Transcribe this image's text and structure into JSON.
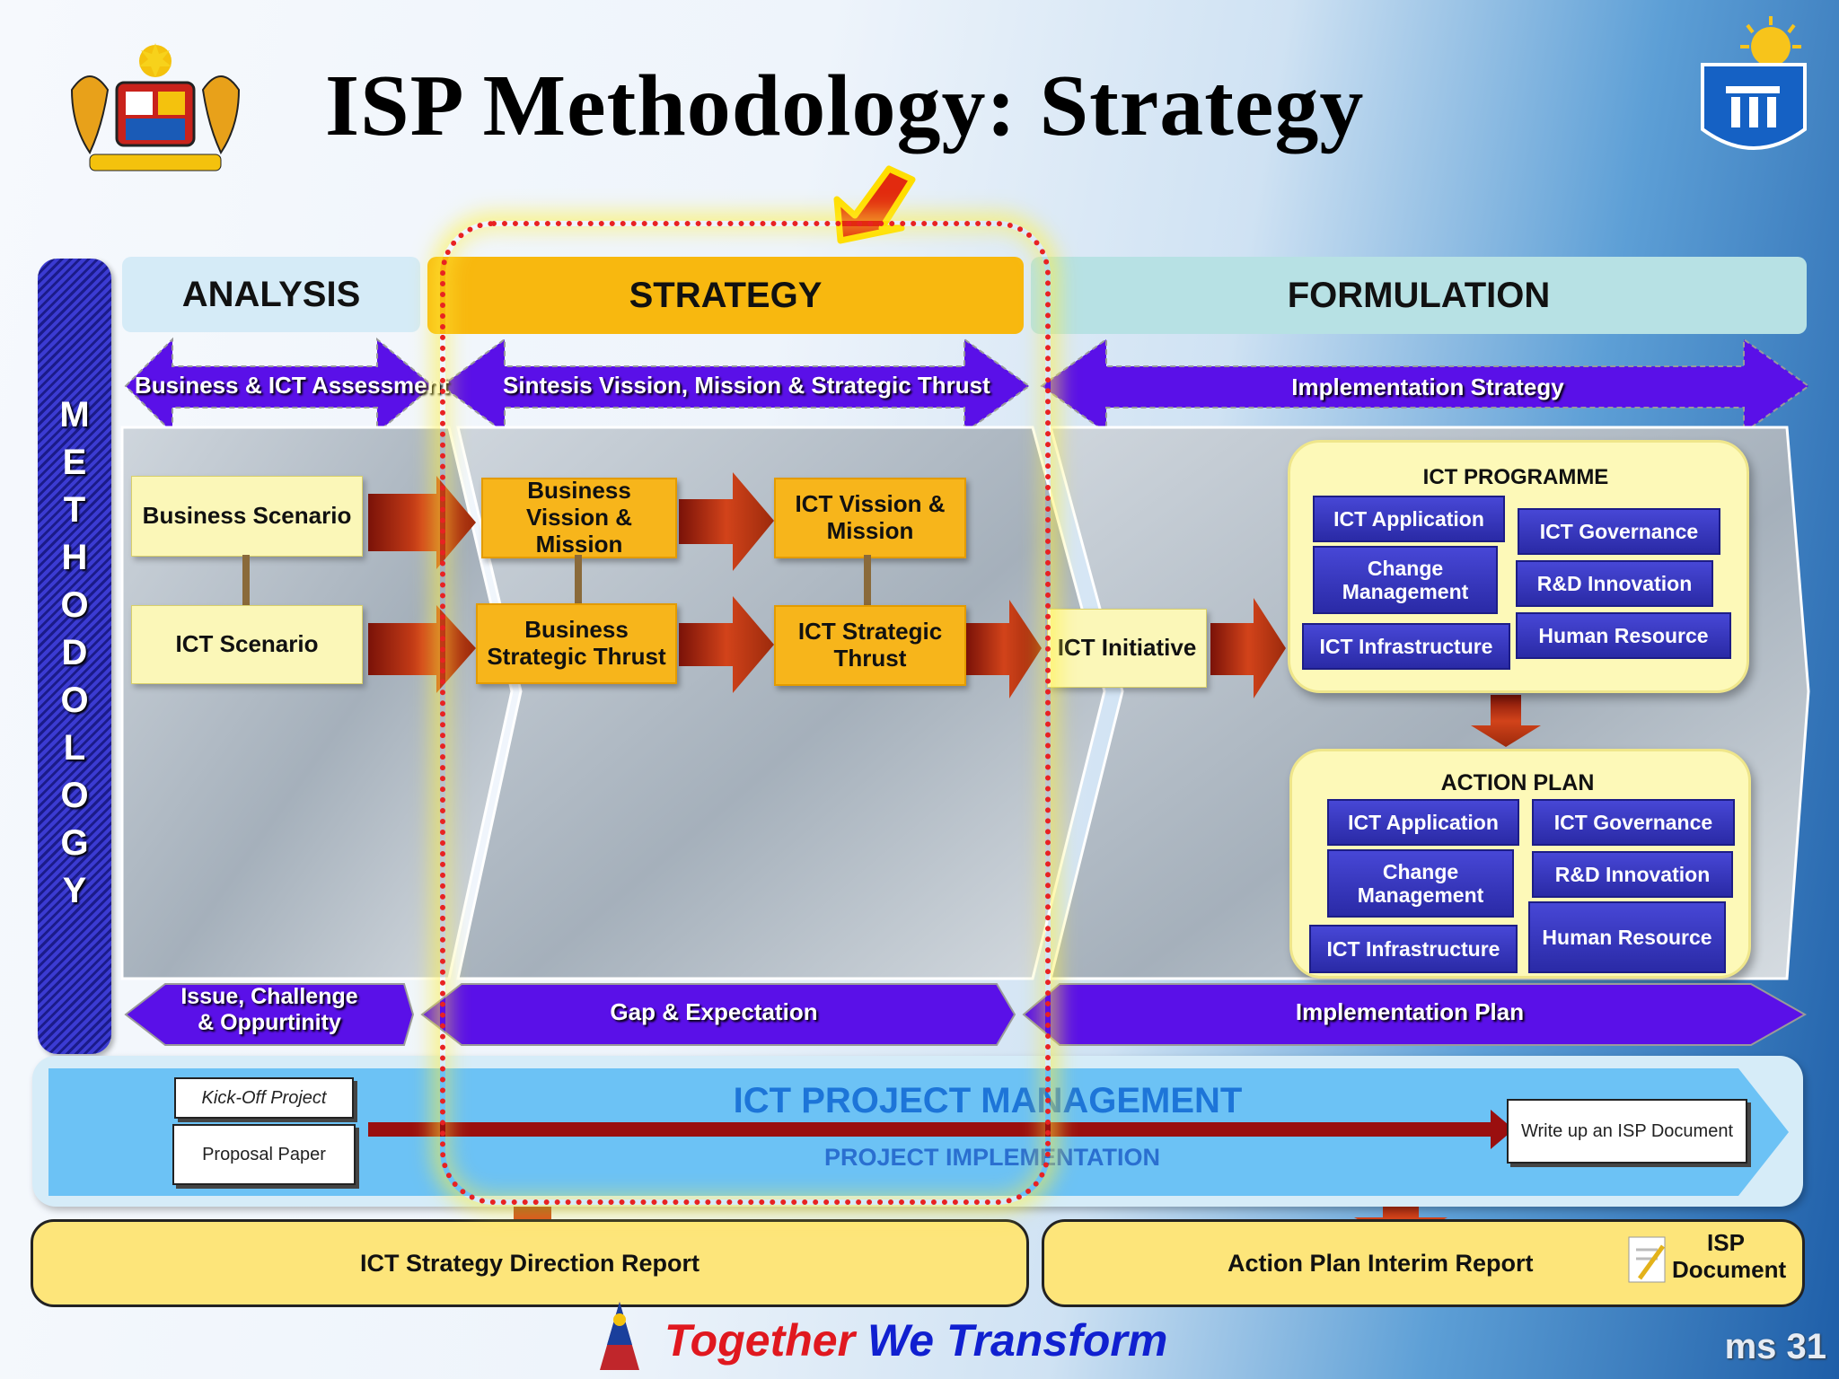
{
  "title": "ISP Methodology: Strategy",
  "colors": {
    "purple": "#5a10e8",
    "orange": "#f7b51b",
    "cream": "#fbf7b8",
    "red_arrow": "#b8320f",
    "highlight": "#ff2222"
  },
  "side_label": [
    "M",
    "E",
    "T",
    "H",
    "O",
    "D",
    "O",
    "L",
    "O",
    "G",
    "Y"
  ],
  "phases": {
    "analysis": "ANALYSIS",
    "strategy": "STRATEGY",
    "formulation": "FORMULATION"
  },
  "arrows_top": {
    "analysis": "Business & ICT Assessment",
    "strategy": "Sintesis Vission, Mission & Strategic Thrust",
    "formulation": "Implementation Strategy"
  },
  "analysis_boxes": {
    "business_scenario": "Business Scenario",
    "ict_scenario": "ICT Scenario"
  },
  "strategy_boxes": {
    "business_vission": "Business Vission & Mission",
    "ict_vission": "ICT Vission & Mission",
    "business_thrust": "Business Strategic Thrust",
    "ict_thrust": "ICT Strategic Thrust"
  },
  "ict_initiative": "ICT Initiative",
  "ict_programme": {
    "title": "ICT PROGRAMME",
    "items": [
      "ICT Application",
      "ICT Governance",
      "Change Management",
      "R&D Innovation",
      "ICT Infrastructure",
      "Human Resource"
    ]
  },
  "action_plan": {
    "title": "ACTION PLAN",
    "items": [
      "ICT Application",
      "ICT Governance",
      "Change Management",
      "R&D Innovation",
      "ICT Infrastructure",
      "Human Resource"
    ]
  },
  "arrows_bottom": {
    "analysis": "Issue, Challenge & Oppurtinity",
    "strategy": "Gap & Expectation",
    "formulation": "Implementation Plan"
  },
  "pm": {
    "kickoff": "Kick-Off Project",
    "proposal": "Proposal Paper",
    "title": "ICT PROJECT MANAGEMENT",
    "subtitle": "PROJECT IMPLEMENTATION",
    "writeup": "Write up an ISP Document"
  },
  "reports": {
    "strategy_report": "ICT Strategy Direction Report",
    "action_report": "Action Plan Interim Report",
    "isp_document": "ISP Document"
  },
  "footer": {
    "together": "Together",
    "we_transform": "We Transform",
    "page": "ms 31"
  }
}
